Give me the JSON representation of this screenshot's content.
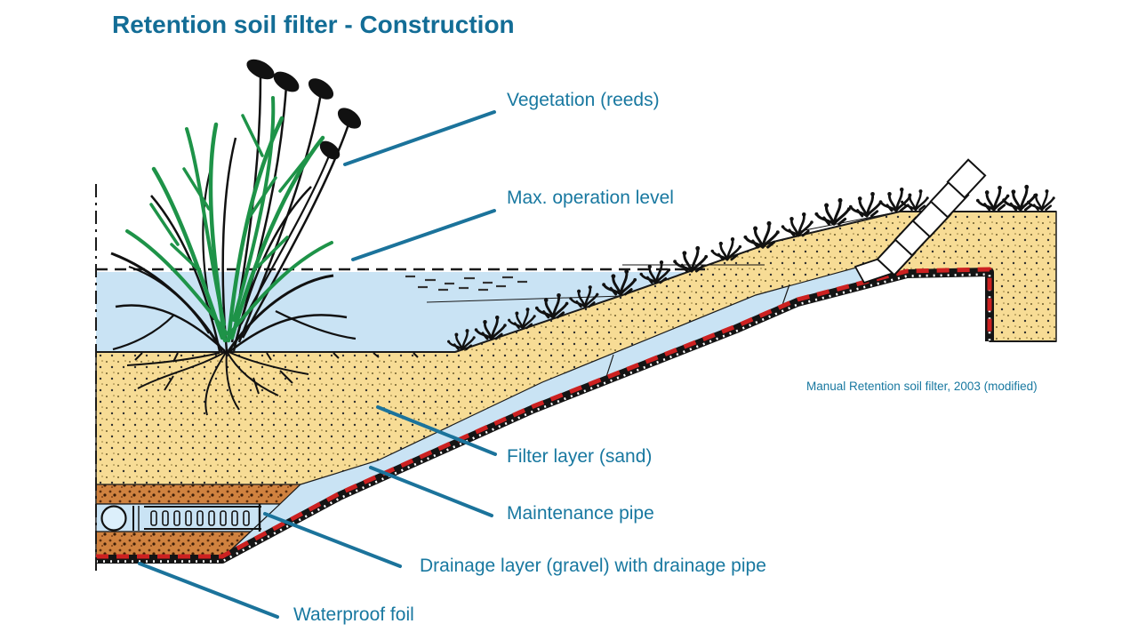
{
  "title": "Retention soil filter - Construction",
  "source_note": "Manual Retention soil filter, 2003 (modified)",
  "labels": {
    "vegetation": "Vegetation (reeds)",
    "max_level": "Max. operation level",
    "filter_layer": "Filter layer (sand)",
    "maintenance_pipe": "Maintenance pipe",
    "drainage_layer": "Drainage layer (gravel) with drainage pipe",
    "waterproof_foil": "Waterproof foil"
  },
  "colors": {
    "title_blue": "#136D96",
    "label_teal": "#1878A0",
    "leader_teal": "#1B739B",
    "sand": "#F7DC95",
    "gravel_orange": "#D0823F",
    "water_blue": "#C9E3F4",
    "foil_black": "#141414",
    "foil_red": "#CC2121",
    "reed_green": "#1E9348",
    "line_black": "#1A1A1A"
  }
}
